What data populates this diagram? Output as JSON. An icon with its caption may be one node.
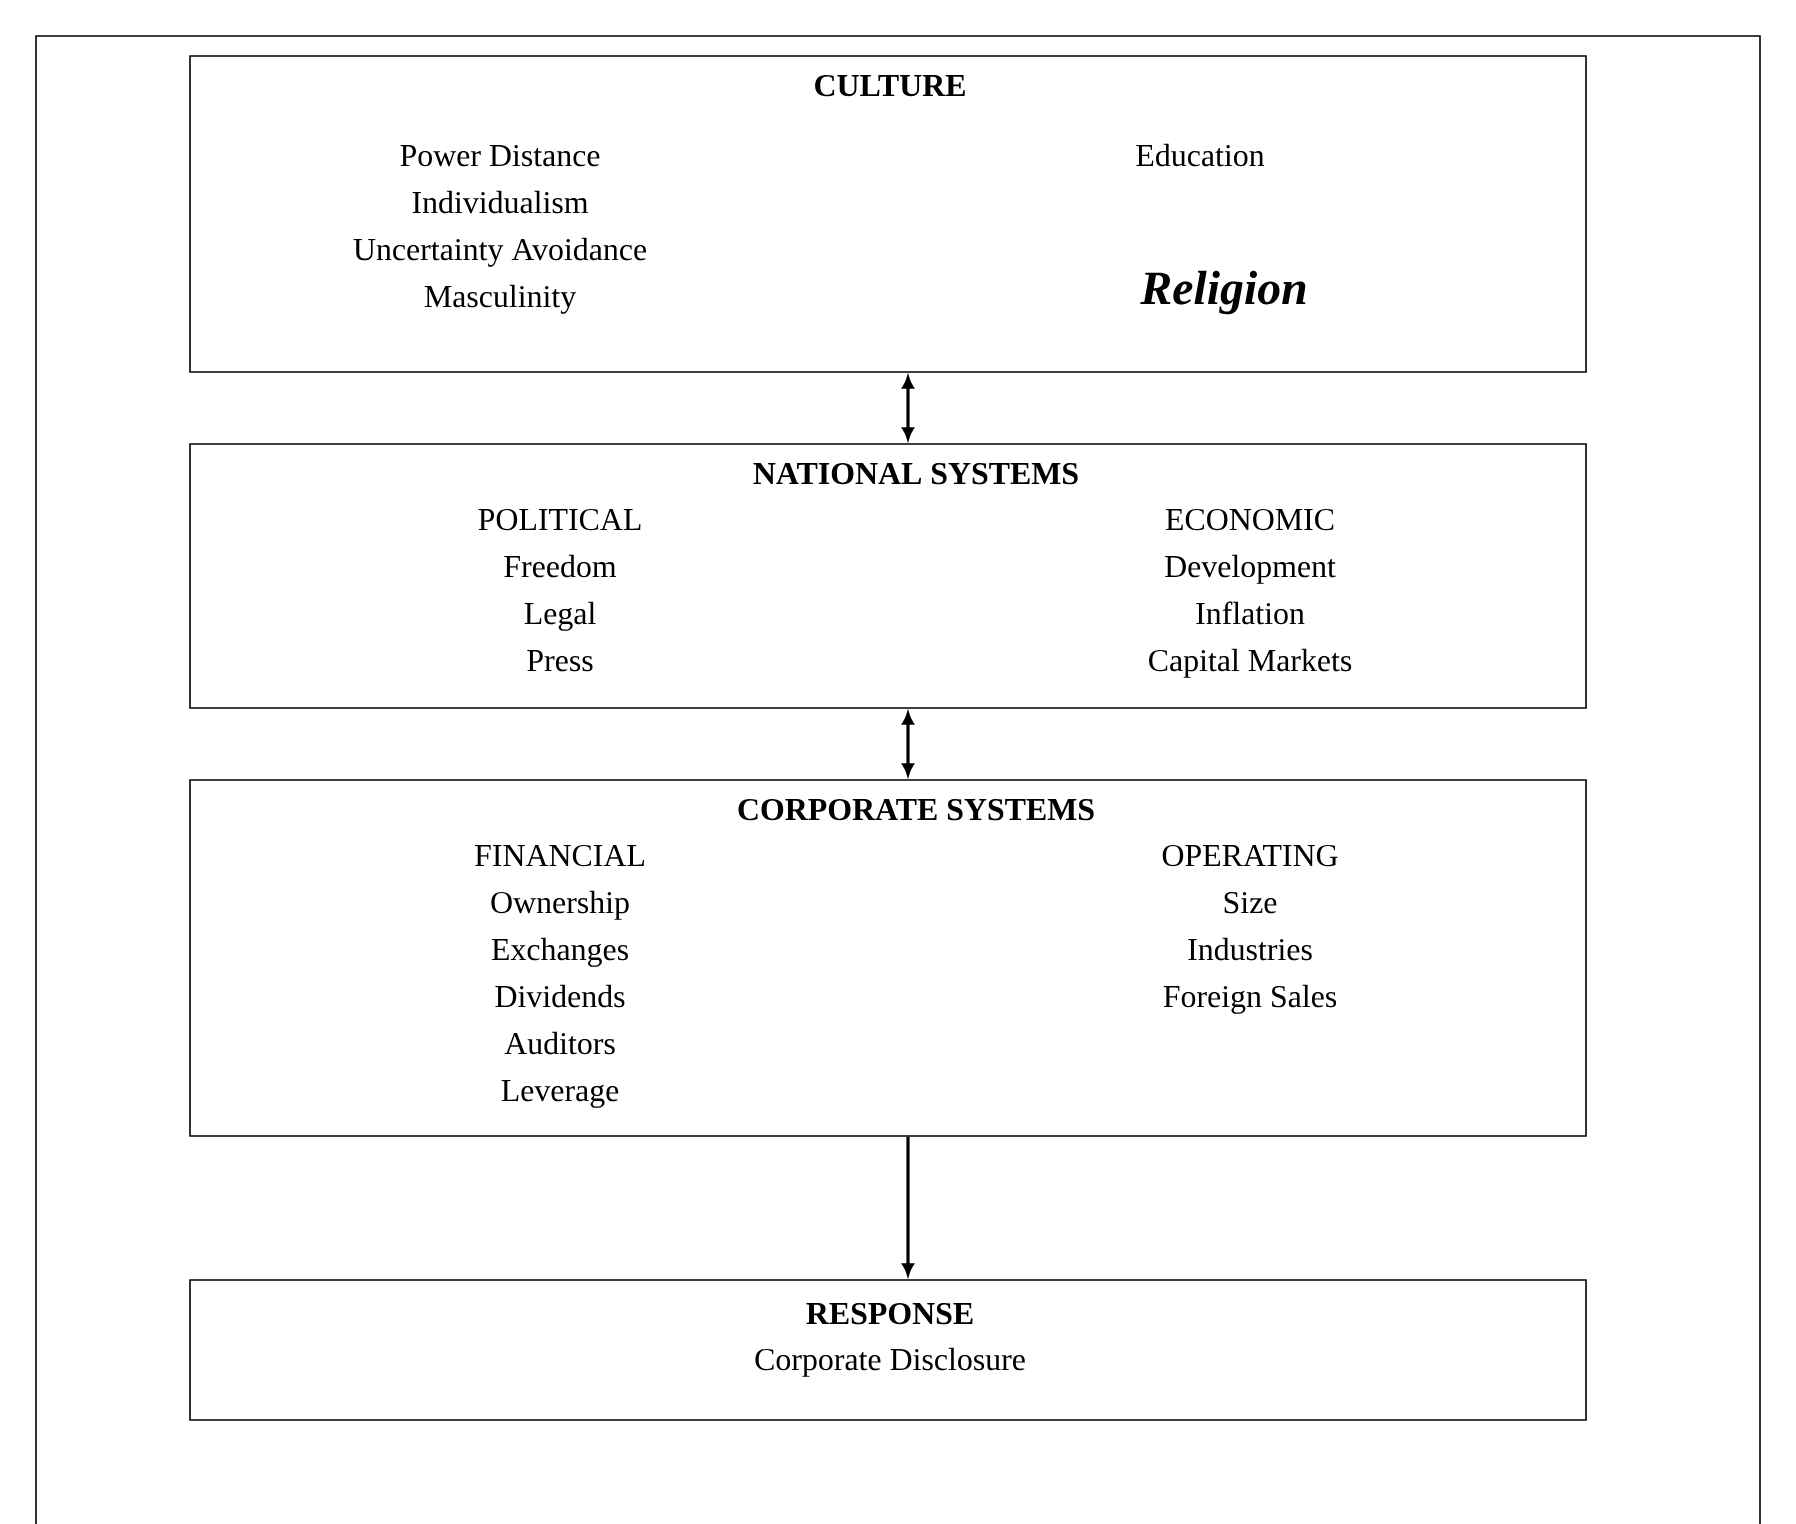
{
  "diagram": {
    "nodes": [
      {
        "text": [
          "CULTURE",
          "Power Distance",
          "Individualism",
          "Uncertainty Avoidance",
          "Masculinity",
          "Education",
          "Religion"
        ]
      },
      {
        "text": [
          "NATIONAL SYSTEMS",
          "POLITICAL",
          "Freedom",
          "Legal",
          "Press",
          "ECONOMIC",
          "Development",
          "Inflation",
          "Capital Markets"
        ]
      },
      {
        "text": [
          "CORPORATE SYSTEMS",
          "FINANCIAL",
          "Ownership",
          "Exchanges",
          "Dividends",
          "Auditors",
          "Leverage",
          "OPERATING",
          "Size",
          "Industries",
          "Foreign Sales"
        ]
      },
      {
        "text": [
          "RESPONSE",
          "Corporate Disclosure"
        ]
      }
    ],
    "edges": [
      {
        "from": 0,
        "to": 1,
        "arrow": "both"
      },
      {
        "from": 1,
        "to": 2,
        "arrow": "both"
      },
      {
        "from": 2,
        "to": 3,
        "arrow": "to"
      }
    ]
  }
}
